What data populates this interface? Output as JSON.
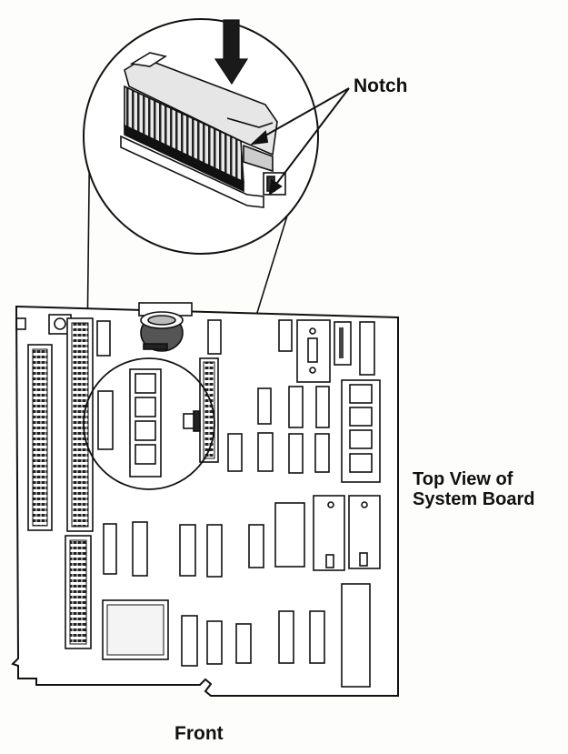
{
  "labels": {
    "notch": "Notch",
    "top_view_line1": "Top View of",
    "top_view_line2": "System Board",
    "front": "Front"
  },
  "colors": {
    "ink": "#111111",
    "paper": "#fdfdfb"
  }
}
